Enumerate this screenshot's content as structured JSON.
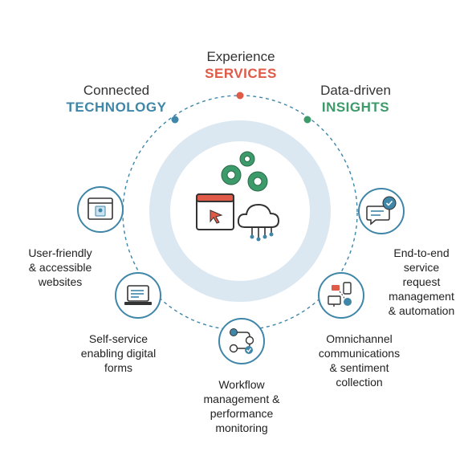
{
  "headings": {
    "technology": {
      "line1": "Connected",
      "line2": "TECHNOLOGY",
      "color": "#3f86a8"
    },
    "services": {
      "line1": "Experience",
      "line2": "SERVICES",
      "color": "#e05a47"
    },
    "insights": {
      "line1": "Data-driven",
      "line2": "INSIGHTS",
      "color": "#3d9a6a"
    }
  },
  "nodes": [
    {
      "id": "websites",
      "label": [
        "User-friendly",
        "& accessible",
        "websites"
      ]
    },
    {
      "id": "forms",
      "label": [
        "Self-service",
        "enabling digital",
        "forms"
      ]
    },
    {
      "id": "workflow",
      "label": [
        "Workflow",
        "management &",
        "performance",
        "monitoring"
      ]
    },
    {
      "id": "omnichannel",
      "label": [
        "Omnichannel",
        "communications",
        "& sentiment",
        "collection"
      ]
    },
    {
      "id": "request",
      "label": [
        "End-to-end",
        "service",
        "request",
        "management",
        "& automation"
      ]
    }
  ],
  "colors": {
    "ring": "#3f86a8",
    "inner_ring": "#dbe8f1",
    "gear": "#3d9a6a",
    "accent_red": "#e05a47"
  }
}
